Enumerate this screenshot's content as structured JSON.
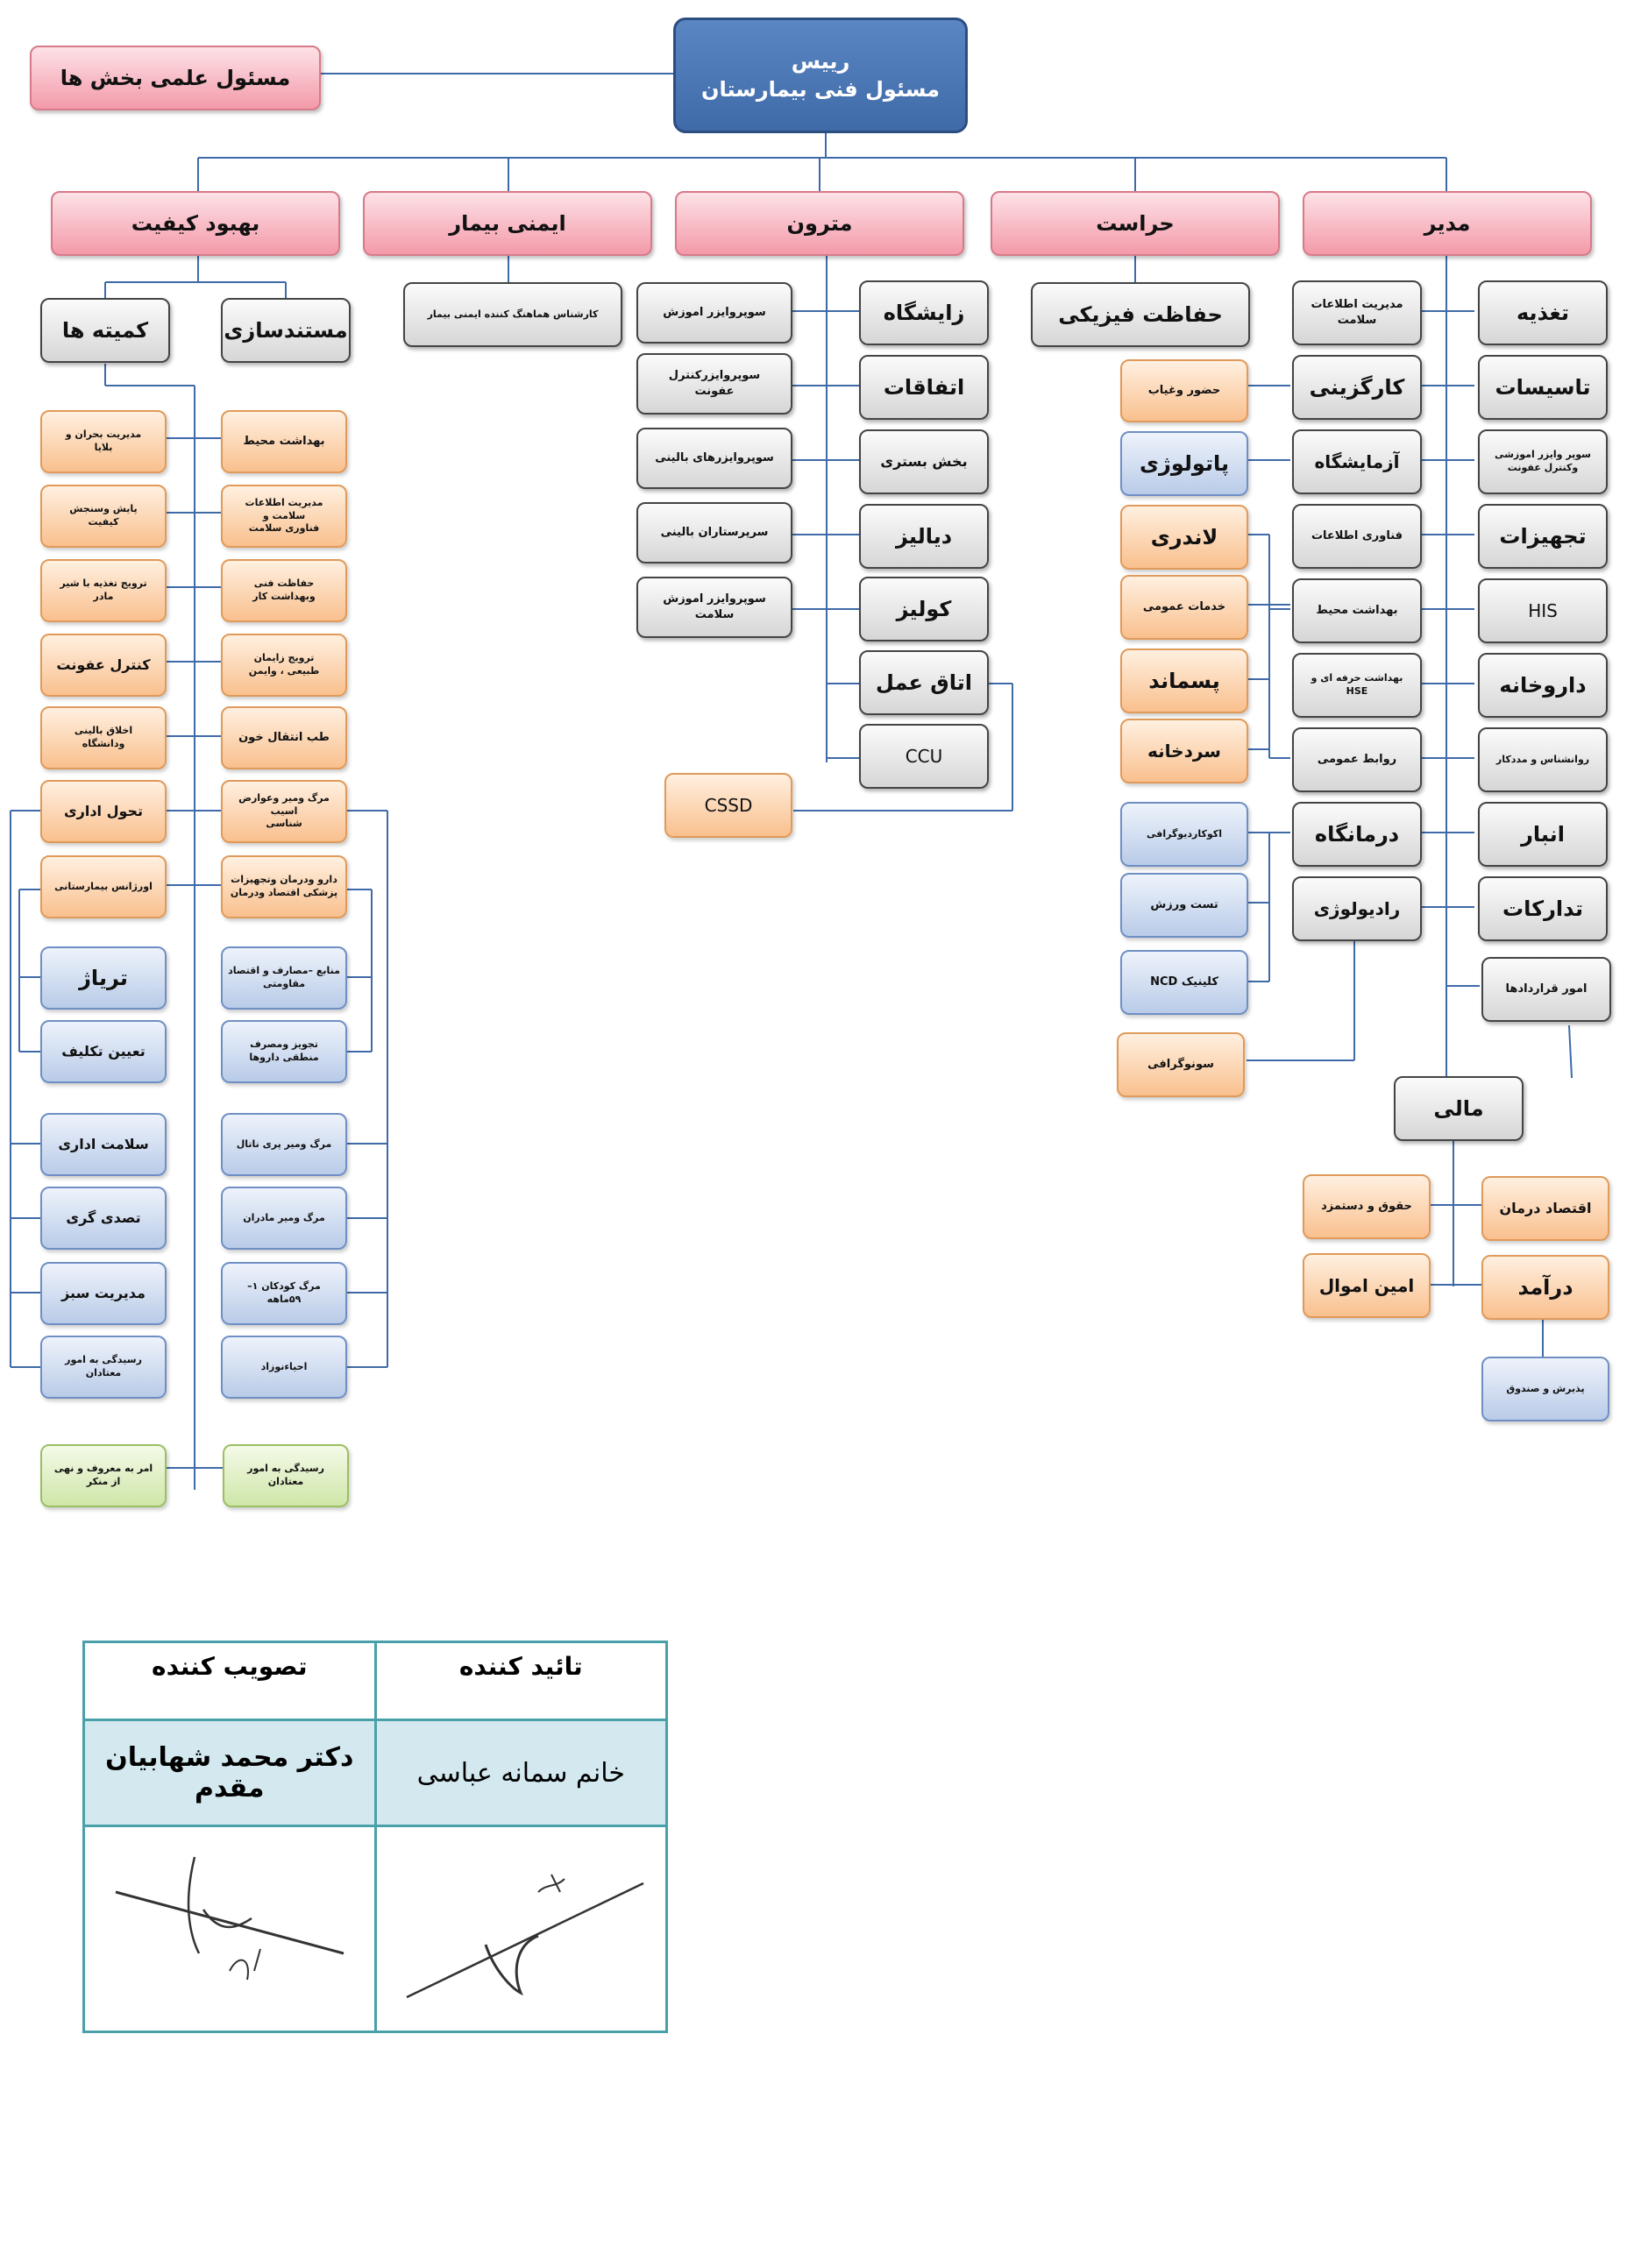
{
  "chart": {
    "root": [
      "رییس",
      "مسئول فنی بیمارستان"
    ],
    "scientific": "مسئول علمی بخش ها",
    "branches": {
      "modir": "مدیر",
      "herasat": "حراست",
      "metron": "مترون",
      "imeni": "ایمنی بیمار",
      "behbood": "بهبود کیفیت"
    },
    "modir_col1": [
      "تغذیه",
      "تاسیسات",
      "سوپر وایزر اموزشی",
      "وکنترل عفونت",
      "تجهیزات",
      "HIS",
      "داروخانه",
      "روانشناس و مددکار",
      "انبار",
      "تدارکات",
      "امور قراردادها"
    ],
    "modir_col2": [
      "مدیریت اطلاعات",
      "سلامت",
      "کارگزینی",
      "آزمایشگاه",
      "فناوری اطلاعات",
      "بهداشت محیط",
      "بهداشت حرفه ای و",
      "HSE",
      "روابط عمومی",
      "درمانگاه",
      "رادیولوژی"
    ],
    "modir_col3": [
      "حضور وغیاب",
      "پاتولوژی",
      "لاندری",
      "خدمات عمومی",
      "پسماند",
      "سردخانه",
      "اکوکاردیوگرافی",
      "تست ورزش",
      "کلینیک NCD",
      "سونوگرافی"
    ],
    "finance": {
      "head": "مالی",
      "items": [
        "حقوق و دستمزد",
        "اقتصاد درمان",
        "امین اموال",
        "درآمد",
        "پذیرش و صندوق"
      ]
    },
    "herasat_items": [
      "حفاظت فیزیکی"
    ],
    "metron_col1": [
      "زایشگاه",
      "اتفاقات",
      "بخش بستری",
      "دیالیز",
      "کولیز",
      "اتاق عمل",
      "CCU"
    ],
    "metron_col2": [
      "سوپروایزر اموزش",
      "سوپروایزرکنترل",
      "عفونت",
      "سوپروایزرهای بالینی",
      "سرپرستاران بالینی",
      "سوپروایزر اموزش",
      "سلامت",
      "CSSD"
    ],
    "imeni_items": [
      "کارشناس هماهنگ کننده ایمنی بیمار"
    ],
    "behbood_heads": [
      "مستندسازی",
      "کمیته ها"
    ],
    "behbood_col1": [
      "بهداشت محیط",
      "مدیریت اطلاعات سلامت و",
      "فناوری سلامت",
      "حفاظت فنی",
      "وبهداشت کار",
      "ترویج زایمان",
      "طبیعی ، وایمن",
      "طب انتقال خون",
      "مرگ ومیر وعوارض اسیب",
      "شناسی",
      "دارو ودرمان وتجهیزات",
      "پزشکی اقتصاد ودرمان",
      "منابع –مصارف و اقتصاد",
      "مقاومتی",
      "تجویز ومصرف",
      "منطقی داروها",
      "مرگ ومیر پری ناتال",
      "مرگ ومیر مادران",
      "مرگ کودکان ۱–",
      "۵۹ماهه",
      "احیاءنوزاد",
      "رسیدگی به امور",
      "معتادان"
    ],
    "behbood_col2": [
      "مدیریت بحران و",
      "بلایا",
      "پایش وسنجش",
      "کیفیت",
      "ترویج تغذیه با شیر",
      "مادر",
      "کنترل عفونت",
      "اخلاق بالینی",
      "ودانشگاه",
      "تحول اداری",
      "اورژانس بیمارستانی",
      "تریاژ",
      "تعیین تکلیف",
      "سلامت اداری",
      "تصدی گری",
      "مدیریت سبز",
      "رسیدگی به امور",
      "معتادان",
      "امر به معروف و نهی",
      "از منکر"
    ]
  },
  "approval": {
    "approver_title": "تصویب کننده",
    "confirmer_title": "تائید کننده",
    "approver_name": "دکتر محمد شهابیان مقدم",
    "confirmer_name": "خانم سمانه عباسی"
  },
  "colors": {
    "root": "#4a76b8",
    "branch": "#f5a8b5",
    "gray": "#e0e0e0",
    "orange": "#fbc996",
    "blue": "#c4d4ee",
    "green": "#d6ebb2",
    "table_border": "#4aa0a8",
    "table_name_bg": "#d3e9ef"
  }
}
